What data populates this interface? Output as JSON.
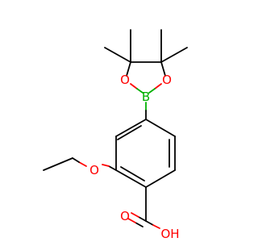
{
  "molecule": {
    "atoms": {
      "boron": {
        "label": "B",
        "color": "#00b000"
      },
      "ring_oxygen_left": {
        "label": "O",
        "color": "#ff0000"
      },
      "ring_oxygen_right": {
        "label": "O",
        "color": "#ff0000"
      },
      "ether_oxygen": {
        "label": "O",
        "color": "#ff0000"
      },
      "carbonyl_oxygen": {
        "label": "O",
        "color": "#ff0000"
      },
      "hydroxyl": {
        "label": "OH",
        "color": "#ff0000"
      }
    },
    "bond_color": "#000000"
  }
}
